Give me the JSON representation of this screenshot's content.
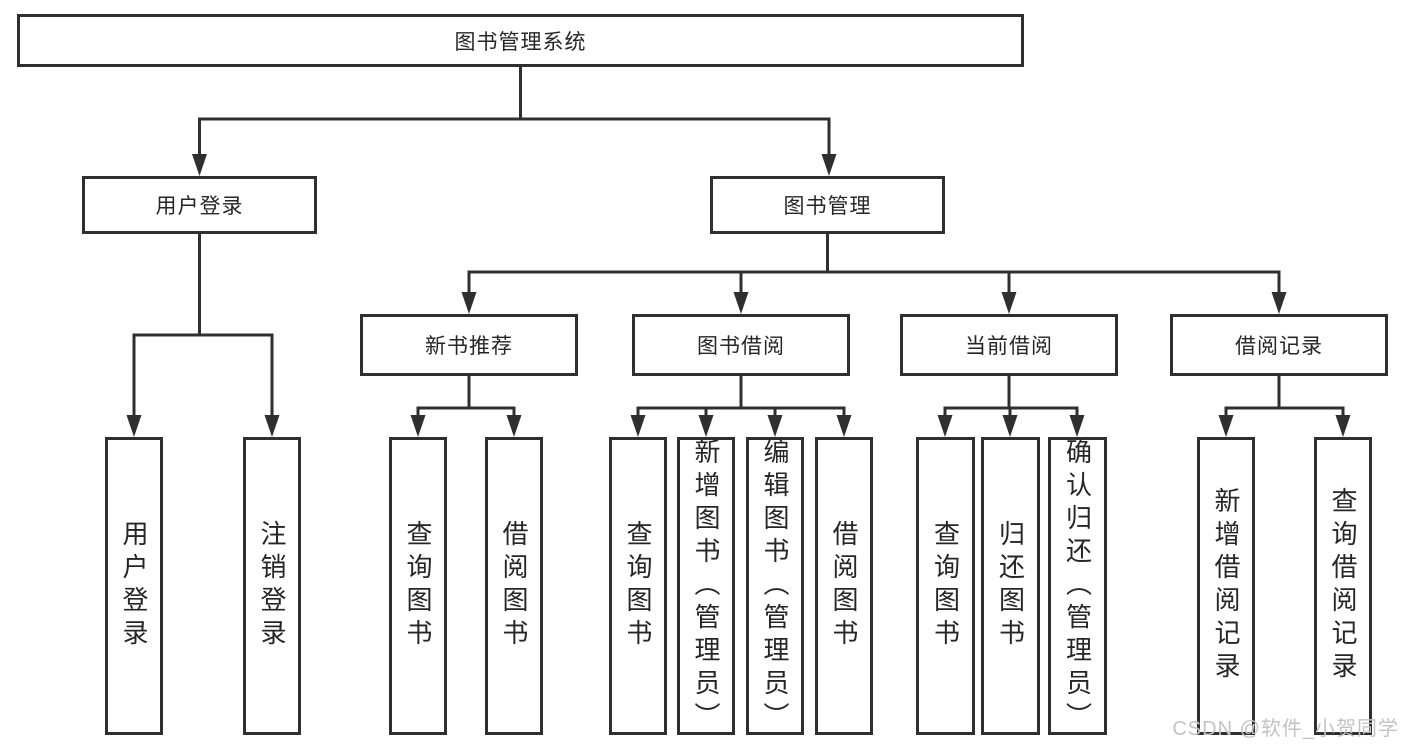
{
  "diagram_title": "图书管理系统",
  "nodes": {
    "root": "图书管理系统",
    "user_login": "用户登录",
    "book_management": "图书管理",
    "new_book_recommend": "新书推荐",
    "book_borrowing": "图书借阅",
    "current_borrowing": "当前借阅",
    "borrowing_records": "借阅记录",
    "leaf_user_login": "用户登录",
    "leaf_logout_login": "注销登录",
    "leaf_query_book_a": "查询图书",
    "leaf_borrow_book_a": "借阅图书",
    "leaf_query_book_b": "查询图书",
    "leaf_add_book_admin": "新增图书（管理员）",
    "leaf_edit_book_admin": "编辑图书（管理员）",
    "leaf_borrow_book_b": "借阅图书",
    "leaf_query_book_c": "查询图书",
    "leaf_return_book": "归还图书",
    "leaf_confirm_return_admin": "确认归还（管理员）",
    "leaf_add_borrow_record": "新增借阅记录",
    "leaf_query_borrow_record": "查询借阅记录"
  },
  "hierarchy": {
    "图书管理系统": {
      "用户登录": [
        "用户登录",
        "注销登录"
      ],
      "图书管理": {
        "新书推荐": [
          "查询图书",
          "借阅图书"
        ],
        "图书借阅": [
          "查询图书",
          "新增图书（管理员）",
          "编辑图书（管理员）",
          "借阅图书"
        ],
        "当前借阅": [
          "查询图书",
          "归还图书",
          "确认归还（管理员）"
        ],
        "借阅记录": [
          "新增借阅记录",
          "查询借阅记录"
        ]
      }
    }
  },
  "watermark": "CSDN @软件_小贺同学",
  "colors": {
    "line": "#2f2f2f",
    "text": "#262626",
    "watermark": "#c3c3c3",
    "background": "#ffffff"
  }
}
